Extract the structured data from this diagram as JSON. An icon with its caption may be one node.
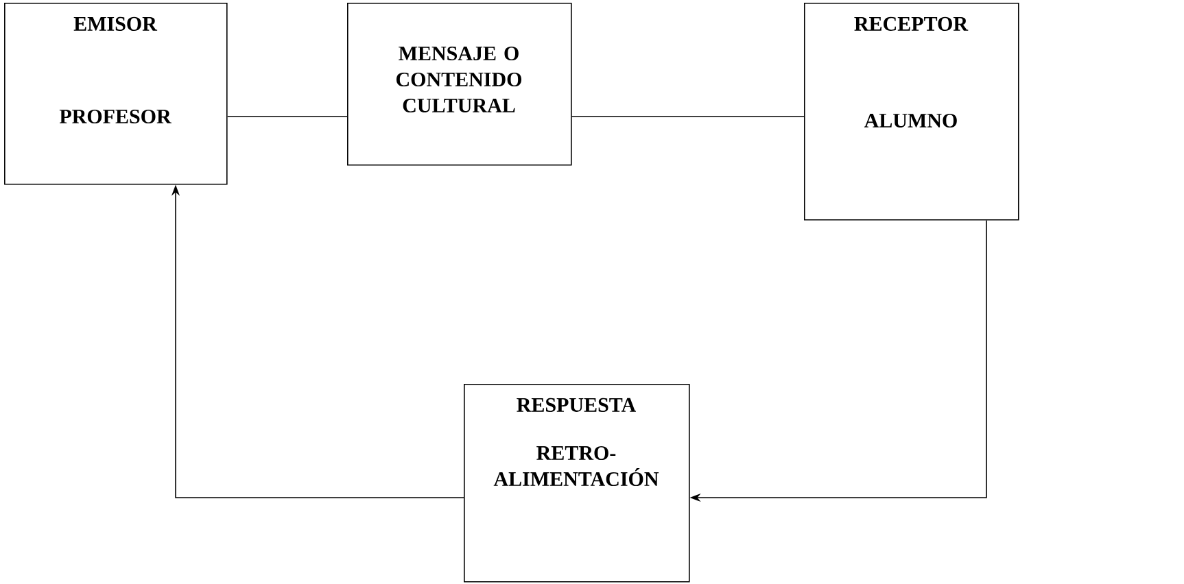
{
  "diagram": {
    "nodes": [
      {
        "text": [
          "EMISOR",
          "PROFESOR"
        ]
      },
      {
        "text": [
          "MENSAJE O CONTENIDO CULTURAL"
        ]
      },
      {
        "text": [
          "RECEPTOR",
          "ALUMNO"
        ]
      },
      {
        "text": [
          "RESPUESTA",
          "RETRO- ALIMENTACIÓN"
        ]
      }
    ],
    "edges": [
      {
        "from": 0,
        "to": 1,
        "arrow": "none"
      },
      {
        "from": 1,
        "to": 2,
        "arrow": "none"
      },
      {
        "from": 2,
        "to": 3,
        "arrow": "to"
      },
      {
        "from": 3,
        "to": 0,
        "arrow": "to"
      }
    ]
  }
}
